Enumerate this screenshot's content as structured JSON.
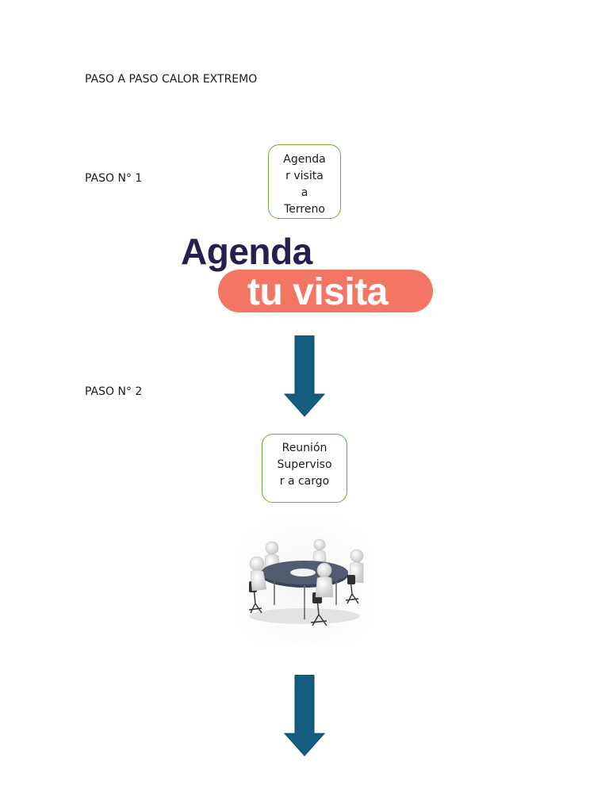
{
  "document": {
    "title": "PASO A PASO CALOR EXTREMO",
    "step1_label": "PASO N° 1",
    "step2_label": "PASO N° 2"
  },
  "flow": {
    "box1_lines": [
      "Agenda",
      "r visita",
      "a",
      "Terreno"
    ],
    "box2_lines": [
      "Reunión",
      "Superviso",
      "r a cargo"
    ]
  },
  "banner": {
    "line1": "Agenda",
    "line2": "tu visita"
  },
  "colors": {
    "arrow": "#155e80",
    "box_border": "#6aaa3a",
    "banner_dark": "#24214f",
    "banner_pill": "#f37563"
  },
  "icons": {
    "arrow": "arrow-down-icon",
    "meeting": "meeting-table-illustration"
  }
}
